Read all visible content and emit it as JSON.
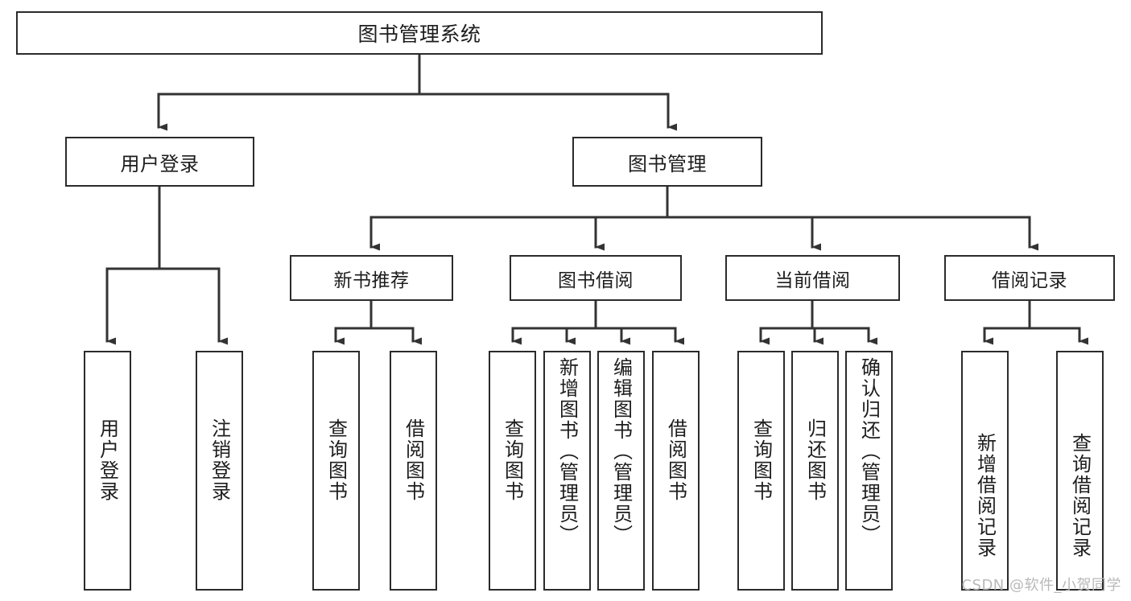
{
  "diagram": {
    "type": "tree-hierarchy",
    "title": "图书管理系统",
    "orientation": "top-down",
    "colors": {
      "box_border": "#2b2b2b",
      "box_fill": "#ffffff",
      "connector": "#333333",
      "text": "#1d1d1d",
      "watermark": "#b9b9b9",
      "background": "#ffffff"
    },
    "root": {
      "id": "root",
      "label": "图书管理系统"
    },
    "level1": [
      {
        "id": "user-login",
        "label": "用户登录"
      },
      {
        "id": "book-management",
        "label": "图书管理"
      }
    ],
    "level2": [
      {
        "id": "new-book-recommend",
        "label": "新书推荐",
        "parent": "book-management"
      },
      {
        "id": "book-borrow",
        "label": "图书借阅",
        "parent": "book-management"
      },
      {
        "id": "current-borrow",
        "label": "当前借阅",
        "parent": "book-management"
      },
      {
        "id": "borrow-record",
        "label": "借阅记录",
        "parent": "book-management"
      }
    ],
    "leaves": [
      {
        "id": "leaf-user-login",
        "label": "用户登录",
        "parent": "user-login"
      },
      {
        "id": "leaf-logout-login",
        "label": "注销登录",
        "parent": "user-login"
      },
      {
        "id": "leaf-query-book-1",
        "label": "查询图书",
        "parent": "new-book-recommend"
      },
      {
        "id": "leaf-borrow-book-1",
        "label": "借阅图书",
        "parent": "new-book-recommend"
      },
      {
        "id": "leaf-query-book-2",
        "label": "查询图书",
        "parent": "book-borrow"
      },
      {
        "id": "leaf-add-book",
        "label": "新增图书（管理员）",
        "parent": "book-borrow"
      },
      {
        "id": "leaf-edit-book",
        "label": "编辑图书（管理员）",
        "parent": "book-borrow"
      },
      {
        "id": "leaf-borrow-book-2",
        "label": "借阅图书",
        "parent": "book-borrow"
      },
      {
        "id": "leaf-query-book-3",
        "label": "查询图书",
        "parent": "current-borrow"
      },
      {
        "id": "leaf-return-book",
        "label": "归还图书",
        "parent": "current-borrow"
      },
      {
        "id": "leaf-confirm-return",
        "label": "确认归还（管理员）",
        "parent": "current-borrow"
      },
      {
        "id": "leaf-add-record",
        "label": "新增借阅记录",
        "parent": "borrow-record"
      },
      {
        "id": "leaf-query-record",
        "label": "查询借阅记录",
        "parent": "borrow-record"
      }
    ]
  },
  "watermark": {
    "text": "CSDN @软件_小贺同学"
  }
}
